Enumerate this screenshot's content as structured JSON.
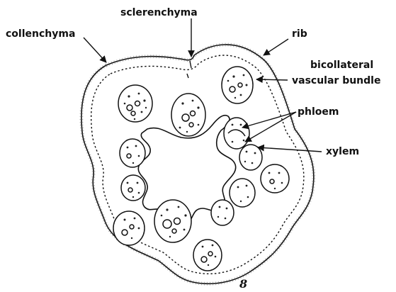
{
  "labels": {
    "collenchyma": "collenchyma",
    "sclerenchyma": "sclerenchyma",
    "rib": "rib",
    "vascular_bundle_line1": "bicollateral",
    "vascular_bundle_line2": "vascular bundle",
    "phloem": "phloem",
    "xylem": "xylem"
  },
  "figure_number": "8",
  "colors": {
    "ink": "#111111",
    "paper": "#ffffff"
  }
}
